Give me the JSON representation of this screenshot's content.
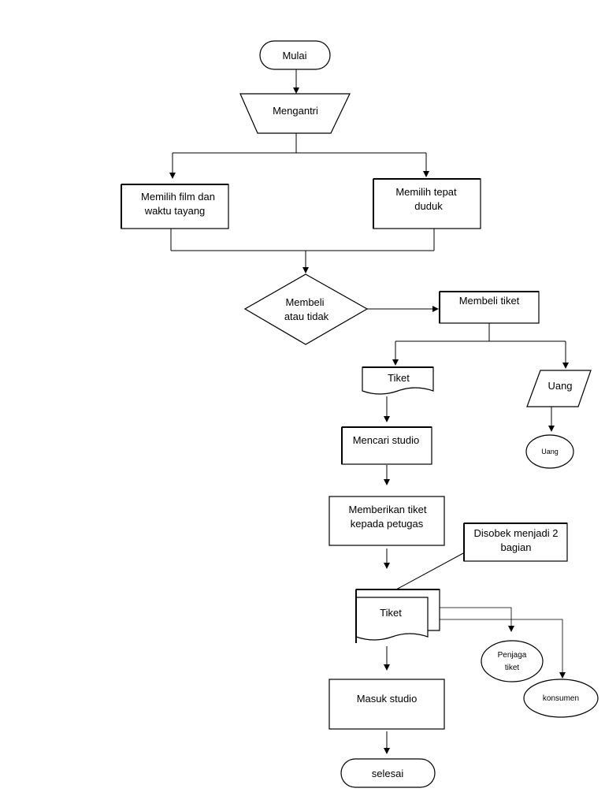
{
  "nodes": {
    "mulai": "Mulai",
    "mengantri": "Mengantri",
    "memilih_film": [
      "Memilih film dan",
      "waktu tayang"
    ],
    "memilih_tempat": [
      "Memilih tepat",
      "duduk"
    ],
    "membeli_decision": [
      "Membeli",
      "atau tidak"
    ],
    "membeli_tiket": "Membeli tiket",
    "tiket_doc": "Tiket",
    "uang_io": "Uang",
    "uang_oval": "Uang",
    "mencari_studio": "Mencari studio",
    "memberikan_tiket": [
      "Memberikan tiket",
      "kepada petugas"
    ],
    "disobek_note": [
      "Disobek menjadi 2",
      "bagian"
    ],
    "tiket_multidoc": "Tiket",
    "penjaga_tiket": [
      "Penjaga",
      "tiket"
    ],
    "konsumen": "konsumen",
    "masuk_studio": "Masuk studio",
    "selesai": "selesai"
  }
}
